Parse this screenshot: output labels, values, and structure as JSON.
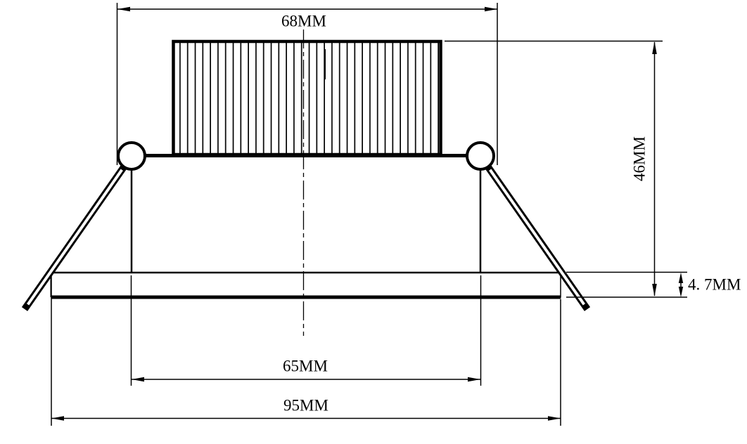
{
  "drawing": {
    "type": "technical-dimension-drawing",
    "subject": "recessed-downlight-side-view",
    "labels": {
      "top_width": "68MM",
      "overall_height": "46MM",
      "flange_thickness": "4. 7MM",
      "body_diameter": "65MM",
      "flange_diameter": "95MM"
    },
    "colors": {
      "line": "#000000",
      "background": "#ffffff"
    }
  }
}
